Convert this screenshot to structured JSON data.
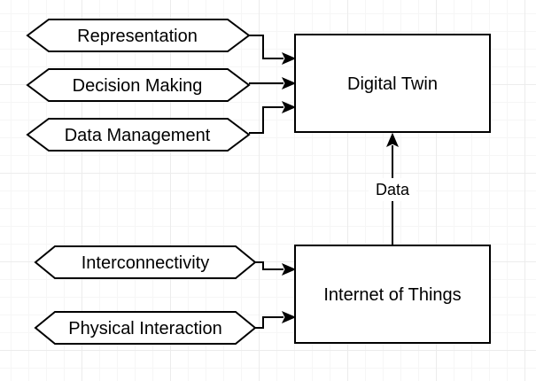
{
  "diagram": {
    "nodes": {
      "digital_twin": "Digital Twin",
      "internet_of_things": "Internet of Things",
      "representation": "Representation",
      "decision_making": "Decision Making",
      "data_management": "Data Management",
      "interconnectivity": "Interconnectivity",
      "physical_interaction": "Physical Interaction"
    },
    "edges": {
      "iot_to_twin_label": "Data"
    }
  }
}
